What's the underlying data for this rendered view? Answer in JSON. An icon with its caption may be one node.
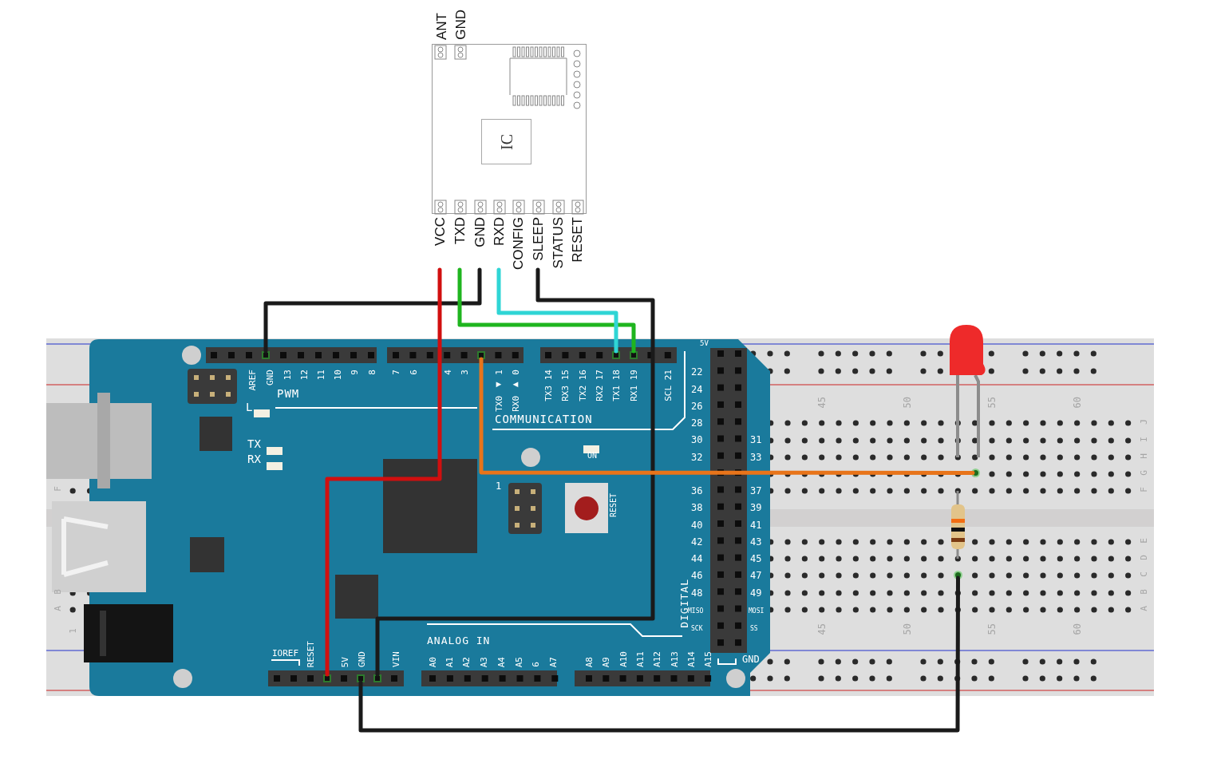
{
  "diagram": {
    "nodes": [
      {
        "text": [],
        "shape": "box"
      },
      {
        "text": [
          "IC"
        ],
        "in": 0
      },
      {
        "text": [
          "ANT"
        ]
      },
      {
        "text": [
          "GND"
        ]
      },
      {
        "text": [
          "VCC"
        ]
      },
      {
        "text": [
          "TXD"
        ]
      },
      {
        "text": [
          "GND"
        ]
      },
      {
        "text": [
          "RXD"
        ]
      },
      {
        "text": [
          "CONFIG"
        ]
      },
      {
        "text": [
          "SLEEP"
        ]
      },
      {
        "text": [
          "STATUS"
        ]
      },
      {
        "text": [
          "RESET"
        ]
      },
      {
        "text": [],
        "shape": "picture"
      },
      {
        "text": [],
        "shape": "picture",
        "in": 12
      },
      {
        "text": [],
        "shape": "box",
        "in": 13
      },
      {
        "text": [],
        "shape": "box",
        "in": 13
      },
      {
        "text": [],
        "shape": "box",
        "in": 13
      },
      {
        "text": [],
        "shape": "box",
        "in": 13
      },
      {
        "text": [],
        "shape": "box",
        "in": 13
      },
      {
        "text": [],
        "shape": "box",
        "in": 13
      },
      {
        "text": [],
        "shape": "box",
        "in": 13
      },
      {
        "text": [],
        "shape": "circle",
        "in": 12
      },
      {
        "text": [],
        "shape": "circle",
        "in": 12
      }
    ],
    "edges": [
      {
        "from": 6,
        "to": 14,
        "arrow": "none"
      },
      {
        "from": 4,
        "to": 18,
        "arrow": "none",
        "color": "#d10f0f"
      },
      {
        "from": 5,
        "to": 17,
        "arrow": "none",
        "color": "#1fb51f"
      },
      {
        "from": 7,
        "to": 16,
        "arrow": "none",
        "color": "#2fd5d5"
      },
      {
        "from": 9,
        "to": 20,
        "arrow": "none"
      },
      {
        "from": 15,
        "to": 21,
        "arrow": "none",
        "color": "#e8741a"
      },
      {
        "from": 19,
        "to": 22,
        "arrow": "none"
      }
    ],
    "labels": [
      "AREF",
      "GND",
      "13",
      "12",
      "11",
      "10",
      "9",
      "8",
      "7",
      "6",
      "4",
      "3",
      "TX0 ◀ 1",
      "RX0 ▶ 0",
      "TX3 14",
      "RX3 15",
      "TX2 16",
      "RX2 17",
      "TX1 18",
      "RX1 19",
      "SCL 21",
      "5V",
      "PWM",
      "L",
      "COMMUNICATION",
      "TX",
      "RX",
      "ON",
      "1",
      "RESET",
      "22",
      "24",
      "26",
      "28",
      "30",
      "31",
      "32",
      "33",
      "36",
      "37",
      "38",
      "39",
      "40",
      "41",
      "42",
      "43",
      "44",
      "45",
      "46",
      "47",
      "48",
      "49",
      "MISO",
      "MOSI",
      "SCK",
      "SS",
      "DIGITAL",
      "GND",
      "IOREF",
      "RESET",
      "5V",
      "GND",
      "VIN",
      "ANALOG IN",
      "A0",
      "A1",
      "A2",
      "A3",
      "A4",
      "A5",
      "6",
      "A7",
      "A8",
      "A9",
      "A10",
      "A11",
      "A12",
      "A13",
      "A14",
      "A15",
      "45",
      "50",
      "55",
      "60",
      "J",
      "I",
      "H",
      "G",
      "F",
      "F",
      "E",
      "D",
      "C",
      "B",
      "B",
      "A",
      "A",
      "1",
      "45",
      "50",
      "55",
      "60"
    ]
  }
}
